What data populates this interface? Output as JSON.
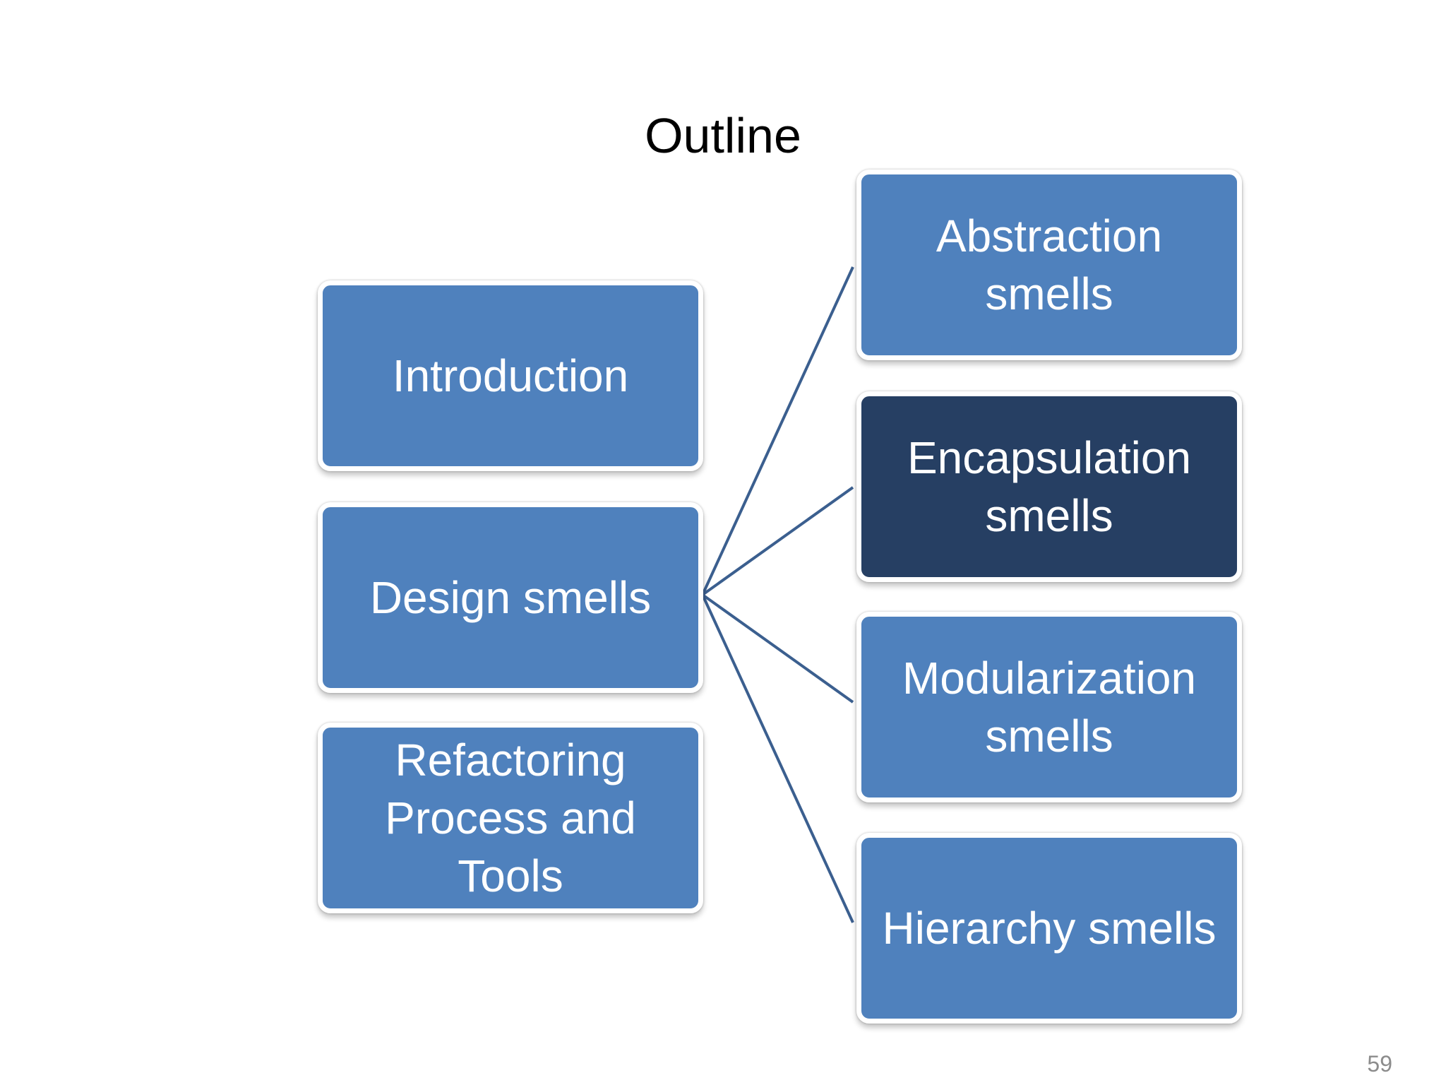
{
  "slide": {
    "title": "Outline",
    "page_number": "59"
  },
  "left_boxes": [
    {
      "label": "Introduction"
    },
    {
      "label": "Design smells"
    },
    {
      "label": "Refactoring\nProcess and\nTools"
    }
  ],
  "right_boxes": [
    {
      "label": "Abstraction\nsmells"
    },
    {
      "label": "Encapsulation\nsmells"
    },
    {
      "label": "Modularization\nsmells"
    },
    {
      "label": "Hierarchy smells"
    }
  ],
  "colors": {
    "box_fill": "#4f81bd",
    "highlight_fill": "#263f63",
    "connector": "#3b5f8f"
  }
}
